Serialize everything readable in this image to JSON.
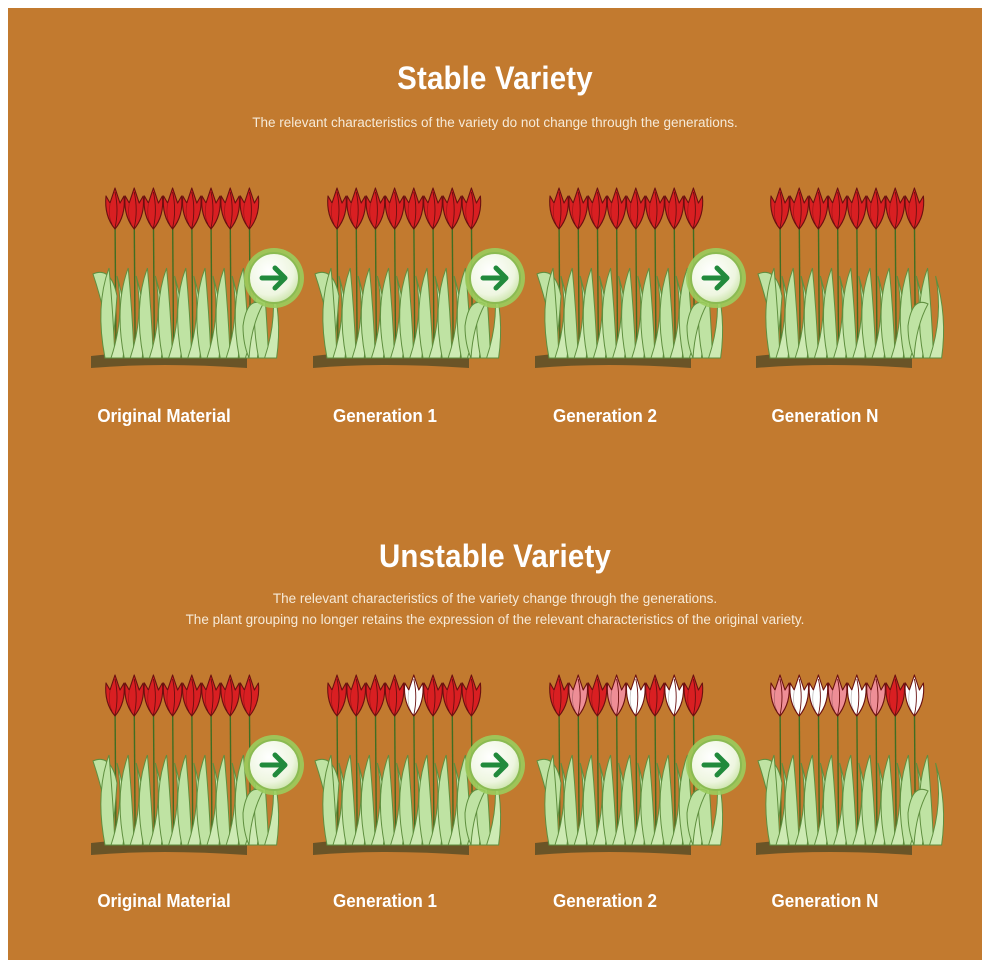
{
  "stable": {
    "title": "Stable Variety",
    "description": "The relevant characteristics of the variety do not change through the generations.",
    "stages": [
      {
        "label": "Original Material",
        "flowers": [
          "red",
          "red",
          "red",
          "red",
          "red",
          "red",
          "red",
          "red"
        ]
      },
      {
        "label": "Generation 1",
        "flowers": [
          "red",
          "red",
          "red",
          "red",
          "red",
          "red",
          "red",
          "red"
        ]
      },
      {
        "label": "Generation 2",
        "flowers": [
          "red",
          "red",
          "red",
          "red",
          "red",
          "red",
          "red",
          "red"
        ]
      },
      {
        "label": "Generation N",
        "flowers": [
          "red",
          "red",
          "red",
          "red",
          "red",
          "red",
          "red",
          "red"
        ]
      }
    ]
  },
  "unstable": {
    "title": "Unstable Variety",
    "description_line1": "The relevant characteristics of the variety change through the generations.",
    "description_line2": "The plant grouping no longer retains the expression of the relevant characteristics of the original variety.",
    "stages": [
      {
        "label": "Original Material",
        "flowers": [
          "red",
          "red",
          "red",
          "red",
          "red",
          "red",
          "red",
          "red"
        ]
      },
      {
        "label": "Generation 1",
        "flowers": [
          "red",
          "red",
          "red",
          "red",
          "white",
          "red",
          "red",
          "red"
        ]
      },
      {
        "label": "Generation 2",
        "flowers": [
          "red",
          "pink",
          "red",
          "pink",
          "white",
          "red",
          "white",
          "red"
        ]
      },
      {
        "label": "Generation N",
        "flowers": [
          "pink",
          "white",
          "white",
          "pink",
          "white",
          "pink",
          "red",
          "white"
        ]
      }
    ]
  },
  "colors": {
    "background": "#c27a2f",
    "red": "#d91f22",
    "pink": "#ee8e96",
    "white": "#ffffff",
    "leaf": "#bfe3a3",
    "arrow": "#218a3c"
  },
  "icons": {
    "transition": "right-arrow-icon",
    "plant": "tulip-icon"
  }
}
